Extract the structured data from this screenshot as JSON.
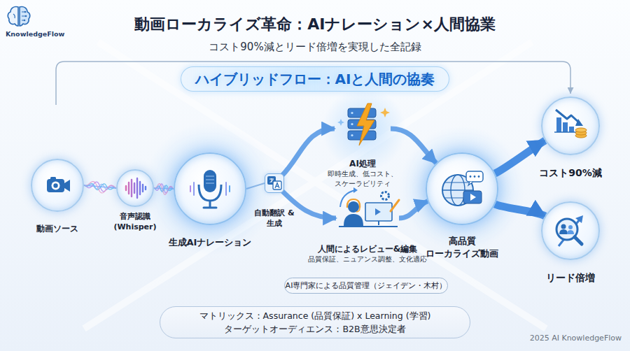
{
  "diagram": {
    "title": "動画ローカライズ革命：AIナレーション×人間協業",
    "nodes": [
      {
        "text": [
          "ハイブリッドフロー：AIと人間の協奏"
        ]
      },
      {
        "text": [
          "動画ソース"
        ]
      },
      {
        "text": [
          "音声認識 (Whisper)"
        ]
      },
      {
        "text": [
          "生成AIナレーション"
        ]
      },
      {
        "text": [
          "自動翻訳 &生成"
        ]
      },
      {
        "text": [
          "AI処理",
          "即時生成、低コスト、 スケーラビリティ"
        ]
      },
      {
        "text": [
          "人間によるレビュー&編集",
          "品質保証、ニュアンス調整、文化適応"
        ]
      },
      {
        "text": [
          "AI専門家による品質管理（ジェイデン・木村）"
        ]
      },
      {
        "text": [
          "高品質 ローカライズ動画"
        ]
      },
      {
        "text": [
          "コスト90%減"
        ]
      },
      {
        "text": [
          "リード倍増"
        ]
      },
      {
        "text": [
          "マトリックス：Assurance (品質保証) x Learning (学習)",
          "ターゲットオーディエンス：B2B意思決定者"
        ]
      }
    ],
    "edges": [
      {
        "from": 1,
        "to": 2,
        "arrow": "none"
      },
      {
        "from": 2,
        "to": 3,
        "arrow": "none"
      },
      {
        "from": 3,
        "to": 4,
        "arrow": "none"
      },
      {
        "from": 4,
        "to": 5,
        "arrow": "to"
      },
      {
        "from": 4,
        "to": 6,
        "arrow": "to"
      },
      {
        "from": 5,
        "to": 8,
        "arrow": "to"
      },
      {
        "from": 6,
        "to": 8,
        "arrow": "to"
      },
      {
        "from": 8,
        "to": 9,
        "arrow": "to"
      },
      {
        "from": 8,
        "to": 10,
        "arrow": "to"
      }
    ],
    "labels": [
      "KnowledgeFlow",
      "コスト90%減とリード倍増を実現した全記録",
      "2025 AI KnowledgeFlow"
    ]
  }
}
